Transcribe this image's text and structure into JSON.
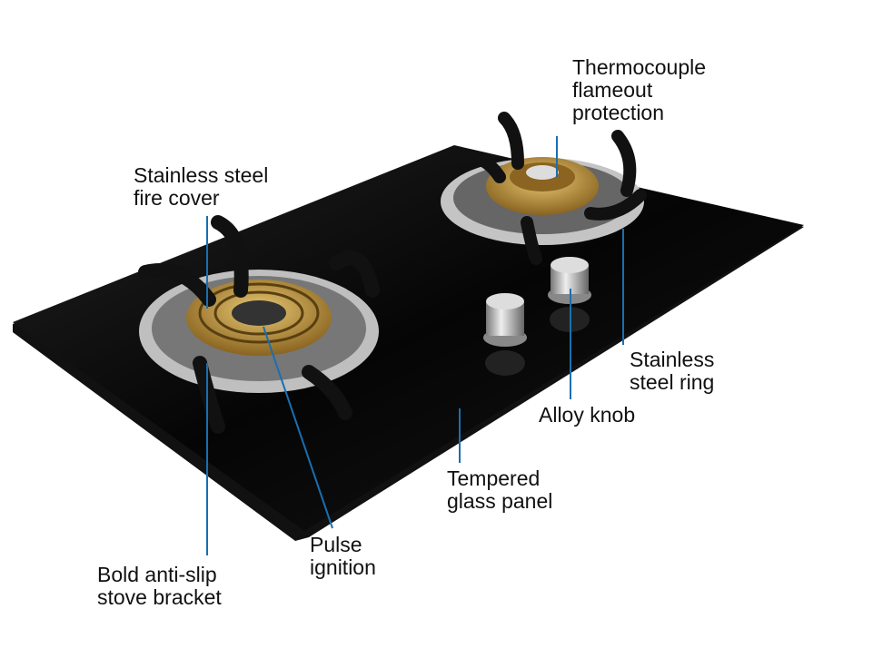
{
  "colors": {
    "leader_line": "#1a6fb0",
    "glass": "#0a0a0a",
    "brass": "#b8923a",
    "steel": "#c9c9c9"
  },
  "labels": {
    "thermocouple": [
      "Thermocouple",
      "flameout",
      "protection"
    ],
    "fire_cover": [
      "Stainless steel",
      "fire cover"
    ],
    "steel_ring": [
      "Stainless",
      "steel ring"
    ],
    "alloy_knob": [
      "Alloy knob"
    ],
    "glass_panel": [
      "Tempered",
      "glass panel"
    ],
    "pulse_ignition": [
      "Pulse",
      "ignition"
    ],
    "stove_bracket": [
      "Bold anti-slip",
      "stove bracket"
    ]
  }
}
